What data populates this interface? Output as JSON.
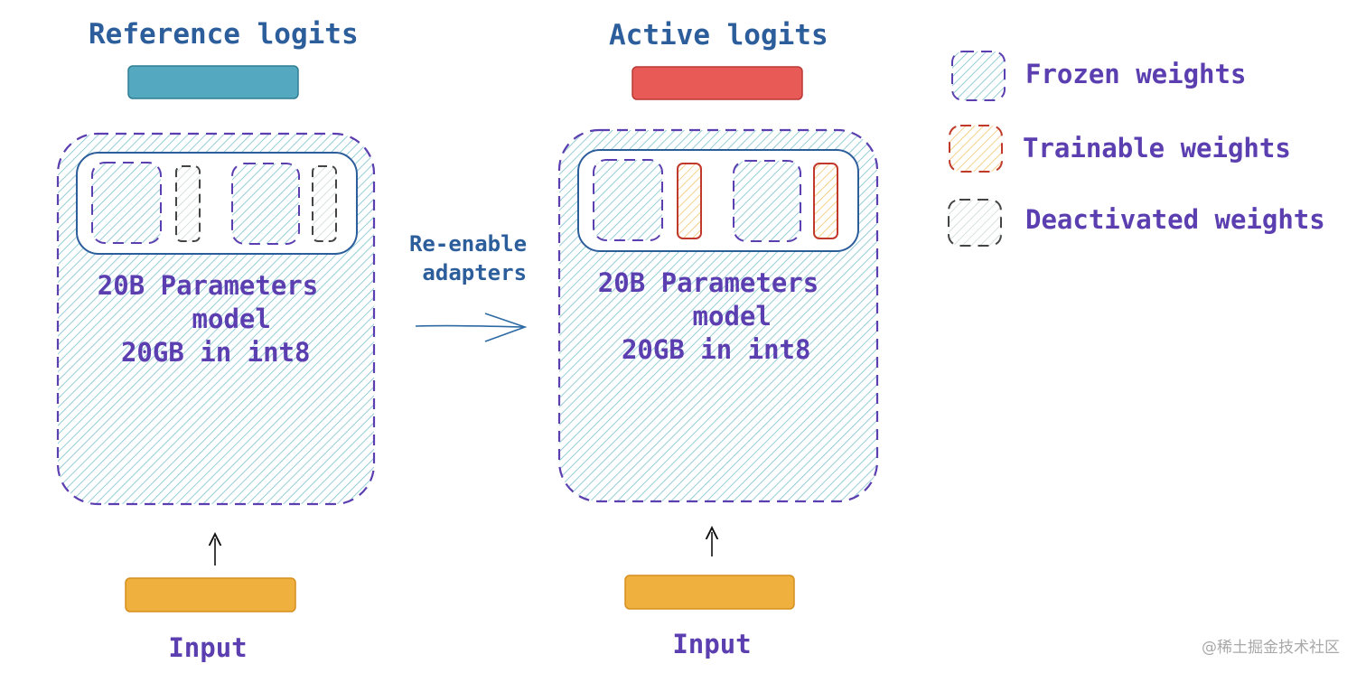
{
  "reference": {
    "title": "Reference logits",
    "model_text": "20B Parameters\n   model\n 20GB in int8",
    "input_label": "Input"
  },
  "active": {
    "title": "Active logits",
    "model_text": "20B Parameters\n   model\n 20GB in int8",
    "input_label": "Input"
  },
  "transition": {
    "caption": "Re-enable\n adapters"
  },
  "legend": {
    "frozen": "Frozen weights",
    "trainable": "Trainable weights",
    "deactivated": "Deactivated weights"
  },
  "watermark": "@稀土掘金技术社区",
  "colors": {
    "reference_logits": "#54a9c0",
    "active_logits": "#e85a55",
    "input": "#f0b03e",
    "frozen_border": "#5b3fb0",
    "trainable_border": "#c0392b",
    "deactivated_border": "#444444",
    "adapter_frame": "#2d5e9c",
    "text_purple": "#5b3fb0",
    "text_blue": "#2d5e9c"
  }
}
